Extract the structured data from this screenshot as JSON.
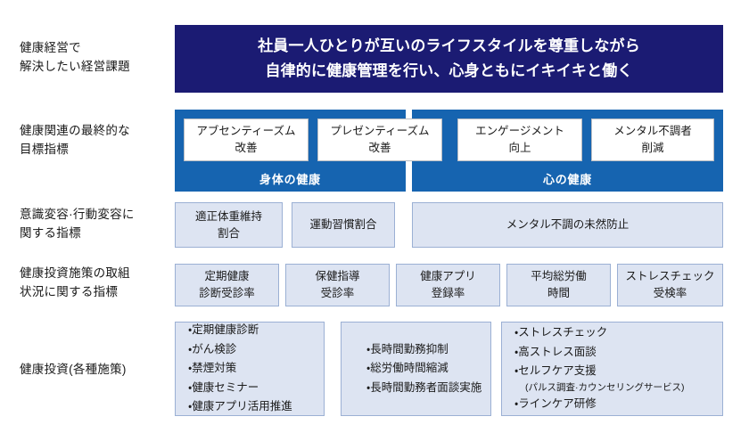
{
  "colors": {
    "vision_bg": "#1b1b73",
    "band_bg": "#1664b0",
    "indicator_bg": "#dde4f2",
    "indicator_border": "#9bb0d4",
    "goal_border": "#b9bcc2",
    "text": "#1a1a1a",
    "page_bg": "#ffffff"
  },
  "row_labels": {
    "vision": "健康経営で\n解決したい経営課題",
    "final_goals": "健康関連の最終的な\n目標指標",
    "behavior_change": "意識変容·行動変容に\n関する指標",
    "implementation": "健康投資施策の取組\n状況に関する指標",
    "investment": "健康投資(各種施策)"
  },
  "vision": {
    "line1": "社員一人ひとりが互いのライフスタイルを尊重しながら",
    "line2": "自律的に健康管理を行い、心身ともにイキイキと働く"
  },
  "bands": [
    {
      "caption": "身体の健康"
    },
    {
      "caption": "心の健康"
    }
  ],
  "final_goals": [
    {
      "line1": "アブセンティーズム",
      "line2": "改善"
    },
    {
      "line1": "プレゼンティーズム",
      "line2": "改善"
    },
    {
      "line1": "エンゲージメント",
      "line2": "向上"
    },
    {
      "line1": "メンタル不調者",
      "line2": "削減"
    }
  ],
  "behavior_indicators": [
    {
      "line1": "適正体重維持",
      "line2": "割合"
    },
    {
      "line1": "運動習慣割合",
      "line2": ""
    },
    {
      "line1": "メンタル不調の未然防止",
      "line2": ""
    }
  ],
  "implementation_indicators": [
    {
      "line1": "定期健康",
      "line2": "診断受診率"
    },
    {
      "line1": "保健指導",
      "line2": "受診率"
    },
    {
      "line1": "健康アプリ",
      "line2": "登録率"
    },
    {
      "line1": "平均総労働",
      "line2": "時間"
    },
    {
      "line1": "ストレスチェック",
      "line2": "受検率"
    }
  ],
  "investment_lists": [
    {
      "items": [
        {
          "text": "・定期健康診断",
          "sub": false
        },
        {
          "text": "・がん検診",
          "sub": false
        },
        {
          "text": "・禁煙対策",
          "sub": false
        },
        {
          "text": "・健康セミナー",
          "sub": false
        },
        {
          "text": "・健康アプリ活用推進",
          "sub": false
        }
      ]
    },
    {
      "items": [
        {
          "text": "・長時間勤務抑制",
          "sub": false
        },
        {
          "text": "・総労働時間縮減",
          "sub": false
        },
        {
          "text": "・長時間勤務者面談実施",
          "sub": false
        }
      ]
    },
    {
      "items": [
        {
          "text": "・ストレスチェック",
          "sub": false
        },
        {
          "text": "・高ストレス面談",
          "sub": false
        },
        {
          "text": "・セルフケア支援",
          "sub": false
        },
        {
          "text": "(パルス調査·カウンセリングサービス)",
          "sub": true
        },
        {
          "text": "・ラインケア研修",
          "sub": false
        }
      ]
    }
  ]
}
